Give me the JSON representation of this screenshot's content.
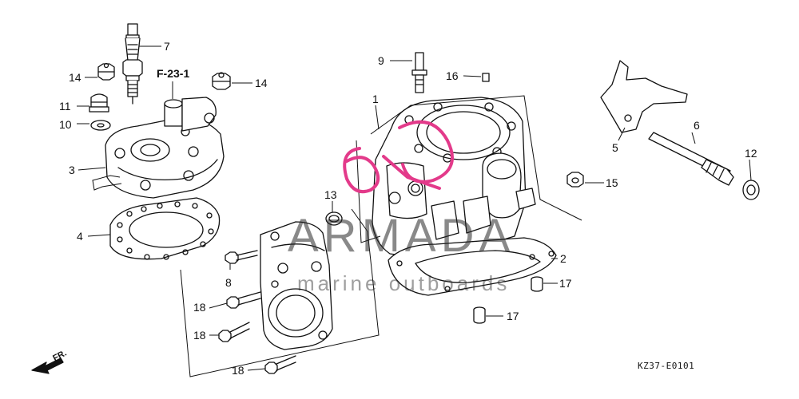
{
  "diagram": {
    "reference": "F-23-1",
    "diagram_code": "KZ37-E0101",
    "front_label": "FR.",
    "watermark": {
      "brand": "ARMADA",
      "tagline": "marine outboards",
      "brand_color": "#e33a8a"
    },
    "callouts": [
      {
        "id": "c1",
        "label": "1"
      },
      {
        "id": "c2",
        "label": "2"
      },
      {
        "id": "c3",
        "label": "3"
      },
      {
        "id": "c4",
        "label": "4"
      },
      {
        "id": "c5",
        "label": "5"
      },
      {
        "id": "c6",
        "label": "6"
      },
      {
        "id": "c7",
        "label": "7"
      },
      {
        "id": "c8",
        "label": "8"
      },
      {
        "id": "c9",
        "label": "9"
      },
      {
        "id": "c10",
        "label": "10"
      },
      {
        "id": "c11",
        "label": "11"
      },
      {
        "id": "c12",
        "label": "12"
      },
      {
        "id": "c13",
        "label": "13"
      },
      {
        "id": "c14a",
        "label": "14"
      },
      {
        "id": "c14b",
        "label": "14"
      },
      {
        "id": "c15",
        "label": "15"
      },
      {
        "id": "c16",
        "label": "16"
      },
      {
        "id": "c17a",
        "label": "17"
      },
      {
        "id": "c17b",
        "label": "17"
      },
      {
        "id": "c18a",
        "label": "18"
      },
      {
        "id": "c18b",
        "label": "18"
      },
      {
        "id": "c18c",
        "label": "18"
      }
    ]
  }
}
